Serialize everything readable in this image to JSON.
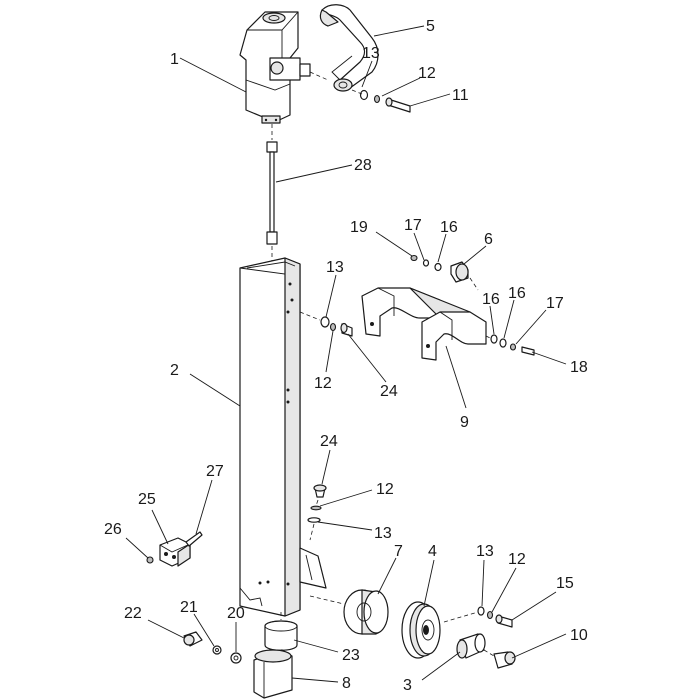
{
  "callouts": [
    {
      "id": "c1",
      "text": "1"
    },
    {
      "id": "c2",
      "text": "2"
    },
    {
      "id": "c3",
      "text": "3"
    },
    {
      "id": "c4",
      "text": "4"
    },
    {
      "id": "c5",
      "text": "5"
    },
    {
      "id": "c6",
      "text": "6"
    },
    {
      "id": "c7",
      "text": "7"
    },
    {
      "id": "c8",
      "text": "8"
    },
    {
      "id": "c9",
      "text": "9"
    },
    {
      "id": "c10",
      "text": "10"
    },
    {
      "id": "c11",
      "text": "11"
    },
    {
      "id": "c12a",
      "text": "12"
    },
    {
      "id": "c12b",
      "text": "12"
    },
    {
      "id": "c12c",
      "text": "12"
    },
    {
      "id": "c12d",
      "text": "12"
    },
    {
      "id": "c13a",
      "text": "13"
    },
    {
      "id": "c13b",
      "text": "13"
    },
    {
      "id": "c13c",
      "text": "13"
    },
    {
      "id": "c13d",
      "text": "13"
    },
    {
      "id": "c15",
      "text": "15"
    },
    {
      "id": "c16a",
      "text": "16"
    },
    {
      "id": "c16b",
      "text": "16"
    },
    {
      "id": "c16c",
      "text": "16"
    },
    {
      "id": "c17a",
      "text": "17"
    },
    {
      "id": "c17b",
      "text": "17"
    },
    {
      "id": "c18",
      "text": "18"
    },
    {
      "id": "c19",
      "text": "19"
    },
    {
      "id": "c20",
      "text": "20"
    },
    {
      "id": "c21",
      "text": "21"
    },
    {
      "id": "c22",
      "text": "22"
    },
    {
      "id": "c23",
      "text": "23"
    },
    {
      "id": "c24a",
      "text": "24"
    },
    {
      "id": "c24b",
      "text": "24"
    },
    {
      "id": "c25",
      "text": "25"
    },
    {
      "id": "c26",
      "text": "26"
    },
    {
      "id": "c27",
      "text": "27"
    },
    {
      "id": "c28",
      "text": "28"
    }
  ]
}
